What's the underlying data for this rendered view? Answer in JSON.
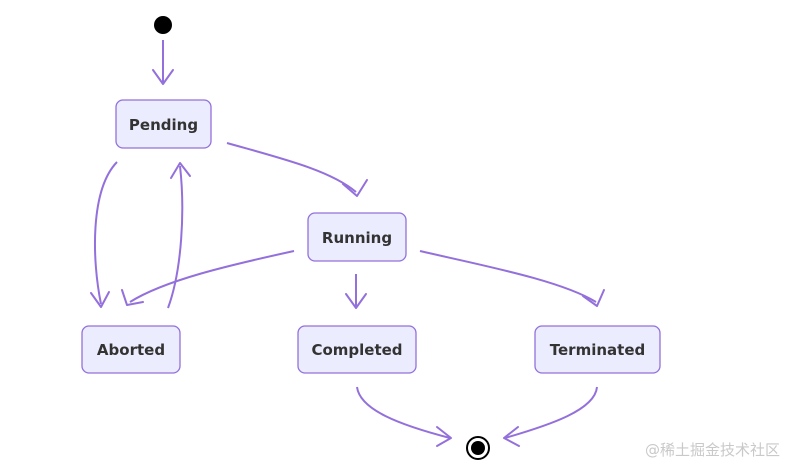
{
  "diagram": {
    "states": {
      "pending": "Pending",
      "running": "Running",
      "aborted": "Aborted",
      "completed": "Completed",
      "terminated": "Terminated"
    },
    "colors": {
      "node_fill": "#ECECFF",
      "node_border": "#9370DB",
      "edge": "#9370DB",
      "text": "#333333"
    }
  },
  "watermark": "@稀土掘金技术社区"
}
